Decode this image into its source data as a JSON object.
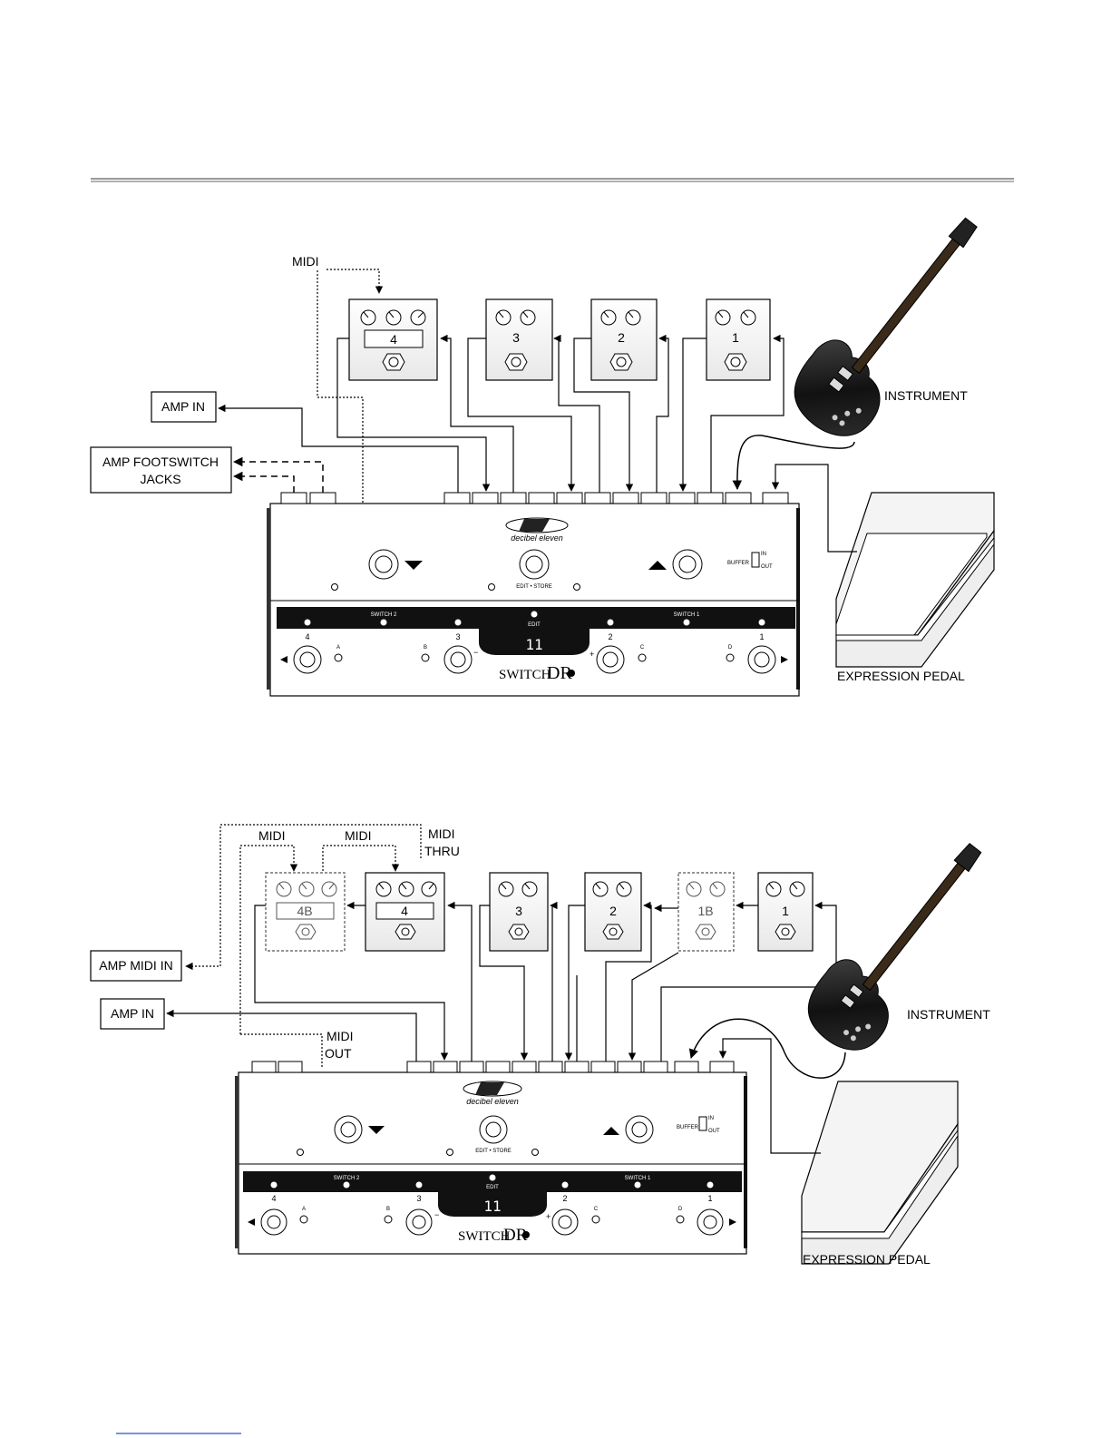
{
  "top_diagram": {
    "midi_label": "MIDI",
    "amp_in_label": "AMP IN",
    "amp_footswitch_line1": "AMP FOOTSWITCH",
    "amp_footswitch_line2": "JACKS",
    "instrument_label": "INSTRUMENT",
    "expression_pedal_label": "EXPRESSION PEDAL",
    "pedals": [
      {
        "number": "4"
      },
      {
        "number": "3"
      },
      {
        "number": "2"
      },
      {
        "number": "1"
      }
    ]
  },
  "bottom_diagram": {
    "midi_label_1": "MIDI",
    "midi_label_2": "MIDI",
    "midi_thru_line1": "MIDI",
    "midi_thru_line2": "THRU",
    "midi_out_line1": "MIDI",
    "midi_out_line2": "OUT",
    "amp_midi_in_label": "AMP MIDI IN",
    "amp_in_label": "AMP IN",
    "instrument_label": "INSTRUMENT",
    "expression_pedal_label": "EXPRESSION PEDAL",
    "pedals": [
      {
        "number": "4B"
      },
      {
        "number": "4"
      },
      {
        "number": "3"
      },
      {
        "number": "2"
      },
      {
        "number": "1B"
      },
      {
        "number": "1"
      }
    ]
  },
  "switcher": {
    "brand": "decibel eleven",
    "edit_store": "EDIT • STORE",
    "buffer": "BUFFER",
    "buffer_in": "IN",
    "buffer_out": "OUT",
    "switch2": "SWITCH 2",
    "switch1": "SWITCH 1",
    "edit": "EDIT",
    "display": "11",
    "model_prefix": "SWITCH",
    "model_suffix": "DR",
    "num_4": "4",
    "num_3": "3",
    "num_2": "2",
    "num_1": "1",
    "letter_a": "A",
    "letter_b": "B",
    "letter_c": "C",
    "letter_d": "D",
    "minus": "−",
    "plus": "+"
  },
  "footer": {
    "link_text": ""
  }
}
